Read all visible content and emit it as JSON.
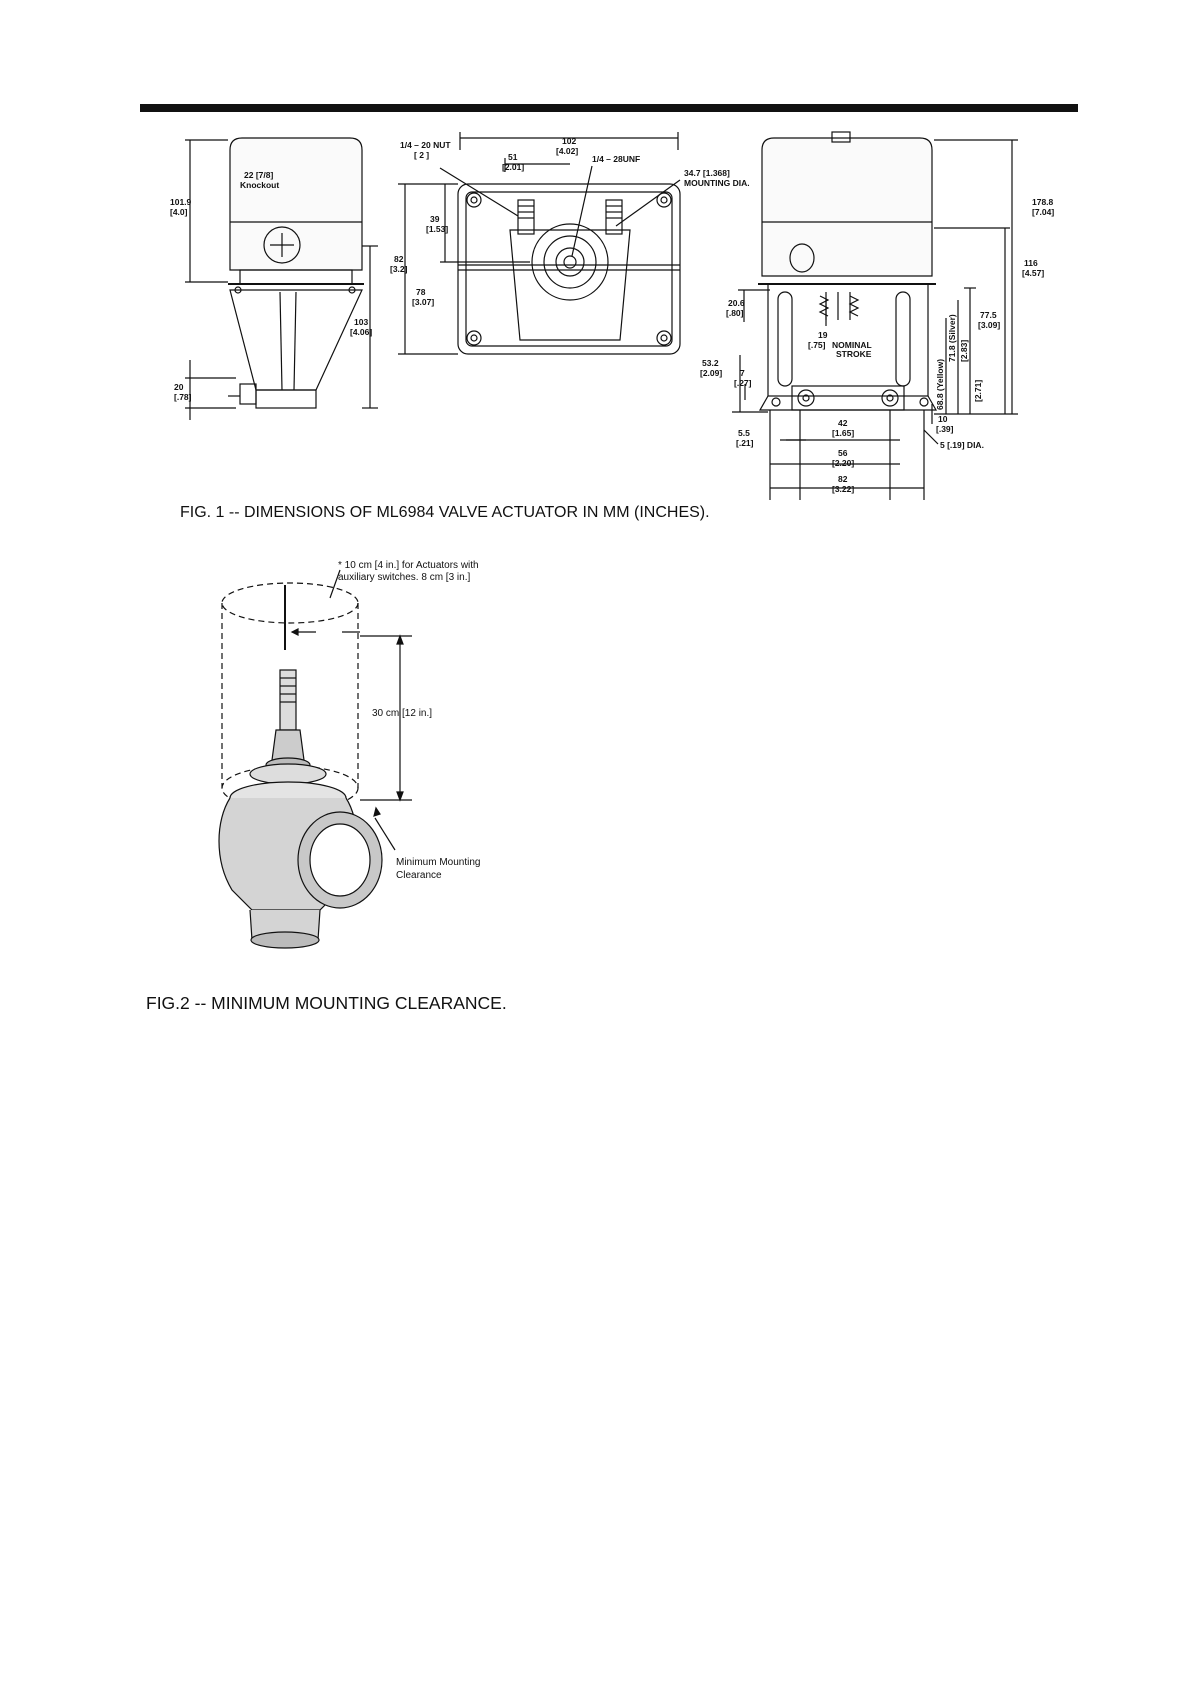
{
  "fig1": {
    "caption": "FIG. 1 -- DIMENSIONS OF ML6984 VALVE ACTUATOR IN MM (INCHES).",
    "side_view": {
      "knockout_size": "22 [7/8]",
      "knockout_label": "Knockout",
      "height_top": "101.9",
      "height_top_in": "[4.0]",
      "height_body": "103",
      "height_body_in": "[4.06]",
      "height_foot": "20",
      "height_foot_in": "[.78]"
    },
    "bottom_view": {
      "nut": "1/4 – 20 NUT",
      "nut_count": "[ 2 ]",
      "width": "102",
      "width_in": "[4.02]",
      "half_width": "51",
      "half_width_in": "[2.01]",
      "thread": "1/4 – 28UNF",
      "mount_dia": "34.7 [1.368]",
      "mount_dia_label": "MOUNTING DIA.",
      "h1": "39",
      "h1_in": "[1.53]",
      "h2": "82",
      "h2_in": "[3.2]",
      "h3": "78",
      "h3_in": "[3.07]"
    },
    "front_view": {
      "total_h": "178.8",
      "total_h_in": "[7.04]",
      "h116": "116",
      "h116_in": "[4.57]",
      "d20_6": "20.6",
      "d20_6_in": "[.80]",
      "stroke": "19",
      "stroke_in": "[.75]",
      "stroke_label": "NOMINAL",
      "stroke_label2": "STROKE",
      "d53_2": "53.2",
      "d53_2_in": "[2.09]",
      "d7": "7",
      "d7_in": "[.27]",
      "d77_5": "77.5",
      "d77_5_in": "[3.09]",
      "silver": "71.8 (Silver)",
      "silver_in": "[2.83]",
      "yellow": "68.8 (Yellow)",
      "yellow_in": "[2.71]",
      "d10": "10",
      "d10_in": "[.39]",
      "d5_5": "5.5",
      "d5_5_in": "[.21]",
      "d42": "42",
      "d42_in": "[1.65]",
      "d56": "56",
      "d56_in": "[2.20]",
      "d82": "82",
      "d82_in": "[3.22]",
      "hole": "5 [.19] DIA."
    }
  },
  "fig2": {
    "caption": "FIG.2 -- MINIMUM MOUNTING CLEARANCE.",
    "note_line1": "* 10 cm [4 in.] for Actuators with",
    "note_line2": "auxiliary switches. 8 cm [3 in.]",
    "height": "30 cm [12 in.]",
    "clearance_line1": "Minimum Mounting",
    "clearance_line2": "Clearance"
  }
}
